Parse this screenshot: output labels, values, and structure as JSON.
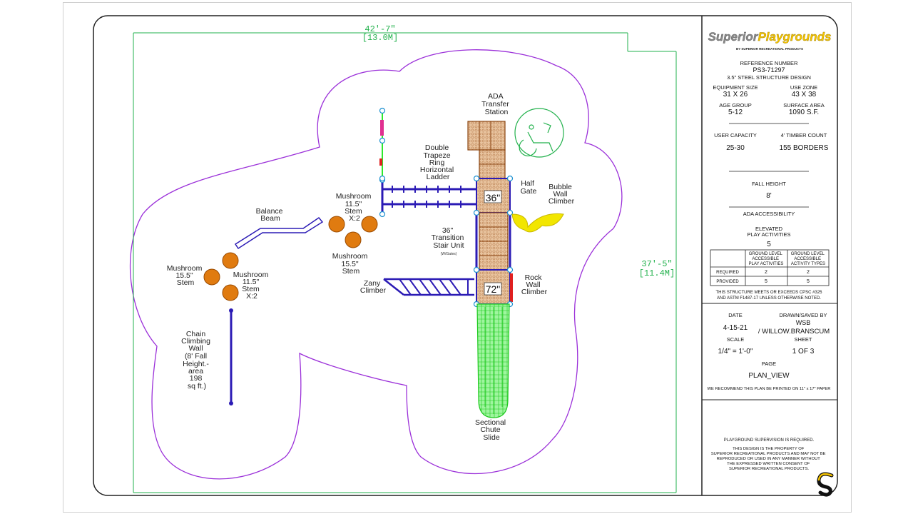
{
  "brand": {
    "name_part1": "Superior",
    "name_part2": "Playgrounds",
    "tagline": "BY SUPERIOR RECREATIONAL PRODUCTS",
    "logo_icon": "superior-s-logo"
  },
  "title_block": {
    "ref_label": "REFERENCE NUMBER",
    "ref_number": "PS3-71297",
    "design": "3.5\" STEEL STRUCTURE DESIGN",
    "equipment_size_label": "EQUIPMENT SIZE",
    "equipment_size": "31 X 26",
    "use_zone_label": "USE ZONE",
    "use_zone": "43 X 38",
    "age_group_label": "AGE GROUP",
    "age_group": "5-12",
    "surface_area_label": "SURFACE AREA",
    "surface_area": "1090 S.F.",
    "user_capacity_label": "USER CAPACITY",
    "user_capacity": "25-30",
    "timber_label": "4' TIMBER COUNT",
    "timber": "155 BORDERS",
    "fall_height_label": "FALL HEIGHT",
    "fall_height": "8'",
    "ada_label": "ADA ACCESSIBILITY",
    "elevated_label_1": "ELEVATED",
    "elevated_label_2": "PLAY ACTIVITIES",
    "elevated_value": "5",
    "table": {
      "col1": [
        "GROUND LEVEL",
        "ACCESSIBLE",
        "PLAY ACTIVITIES"
      ],
      "col2": [
        "GROUND LEVEL",
        "ACCESSIBLE",
        "ACTIVITY TYPES"
      ],
      "rows": [
        {
          "label": "REQUIRED",
          "a": "2",
          "b": "2"
        },
        {
          "label": "PROVIDED",
          "a": "5",
          "b": "5"
        }
      ]
    },
    "compliance_1": "THIS STRUCTURE MEETS OR EXCEEDS CPSC #325",
    "compliance_2": "AND ASTM F1487-17 UNLESS OTHERWISE NOTED.",
    "date_label": "DATE",
    "date": "4-15-21",
    "drawn_label": "DRAWN/SAVED BY",
    "drawn_1": "WSB",
    "drawn_2": "/ WILLOW.BRANSCUM",
    "scale_label": "SCALE",
    "scale": "1/4\" = 1'-0\"",
    "sheet_label": "SHEET",
    "sheet": "1 OF 3",
    "page_label": "PAGE",
    "page": "PLAN_VIEW",
    "print_note": "WE RECOMMEND THIS PLAN BE PRINTED ON 11\" x 17\" PAPER",
    "supervision": "PLAYGROUND SUPERVISION IS REQUIRED.",
    "copyright": [
      "THIS DESIGN IS THE PROPERTY OF",
      "SUPERIOR RECREATIONAL PRODUCTS AND MAY NOT BE",
      "REPRODUCED OR USED IN ANY MANNER WITHOUT",
      "THE EXPRESSED WRITTEN CONSENT OF",
      "SUPERIOR RECREATIONAL PRODUCTS."
    ]
  },
  "dimensions": {
    "width_ft": "42'-7\"",
    "width_m": "[13.0M]",
    "height_ft": "37'-5\"",
    "height_m": "[11.4M]"
  },
  "deck_labels": {
    "deck_upper": "36\"",
    "deck_lower": "72\""
  },
  "components": {
    "ada": [
      "ADA",
      "Transfer",
      "Station"
    ],
    "trapeze": [
      "Double",
      "Trapeze",
      "Ring",
      "Horizontal",
      "Ladder"
    ],
    "half_gate": [
      "Half",
      "Gate"
    ],
    "bubble": [
      "Bubble",
      "Wall",
      "Climber"
    ],
    "mushroom_top": [
      "Mushroom",
      "11.5\"",
      "Stem",
      "X:2"
    ],
    "balance": [
      "Balance",
      "Beam"
    ],
    "mushroom_mid": [
      "Mushroom",
      "15.5\"",
      "Stem"
    ],
    "transition": [
      "36\"",
      "Transition",
      "Stair Unit"
    ],
    "transition_note": "(W/Gates)",
    "mushroom_left": [
      "Mushroom",
      "15.5\"",
      "Stem"
    ],
    "mushroom_left2": [
      "Mushroom",
      "11.5\"",
      "Stem",
      "X:2"
    ],
    "zany": [
      "Zany",
      "Climber"
    ],
    "rock": [
      "Rock",
      "Wall",
      "Climber"
    ],
    "chain": [
      "Chain",
      "Climbing",
      "Wall",
      "(8' Fall",
      "Height.-",
      "area",
      "198",
      "sq ft.)"
    ],
    "slide": [
      "Sectional",
      "Chute",
      "Slide"
    ]
  },
  "colors": {
    "use_zone_outline": "#9b30d9",
    "dimension": "#22b14c",
    "structure": "#2b1bb5",
    "deck_fill": "#e8c39e",
    "deck_stroke": "#8b4513",
    "mushroom": "#e07b10",
    "slide": "#2ee82e",
    "bubble": "#f2e600",
    "brand_gray": "#8a8a8a",
    "brand_yellow": "#f5c400"
  }
}
